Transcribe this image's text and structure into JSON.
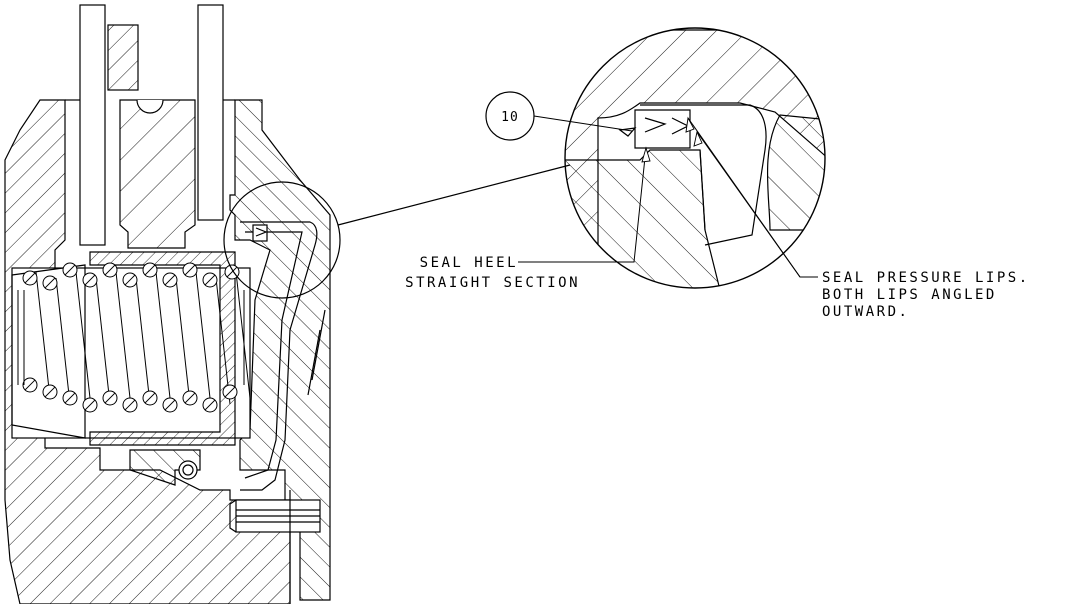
{
  "callouts": {
    "item_balloon": "10",
    "seal_heel_line1": "SEAL HEEL",
    "seal_heel_line2": "STRAIGHT SECTION",
    "pressure_lips_line1": "SEAL PRESSURE LIPS.",
    "pressure_lips_line2": "BOTH LIPS ANGLED",
    "pressure_lips_line3": "OUTWARD."
  },
  "colors": {
    "line": "#000000",
    "background": "#ffffff"
  }
}
